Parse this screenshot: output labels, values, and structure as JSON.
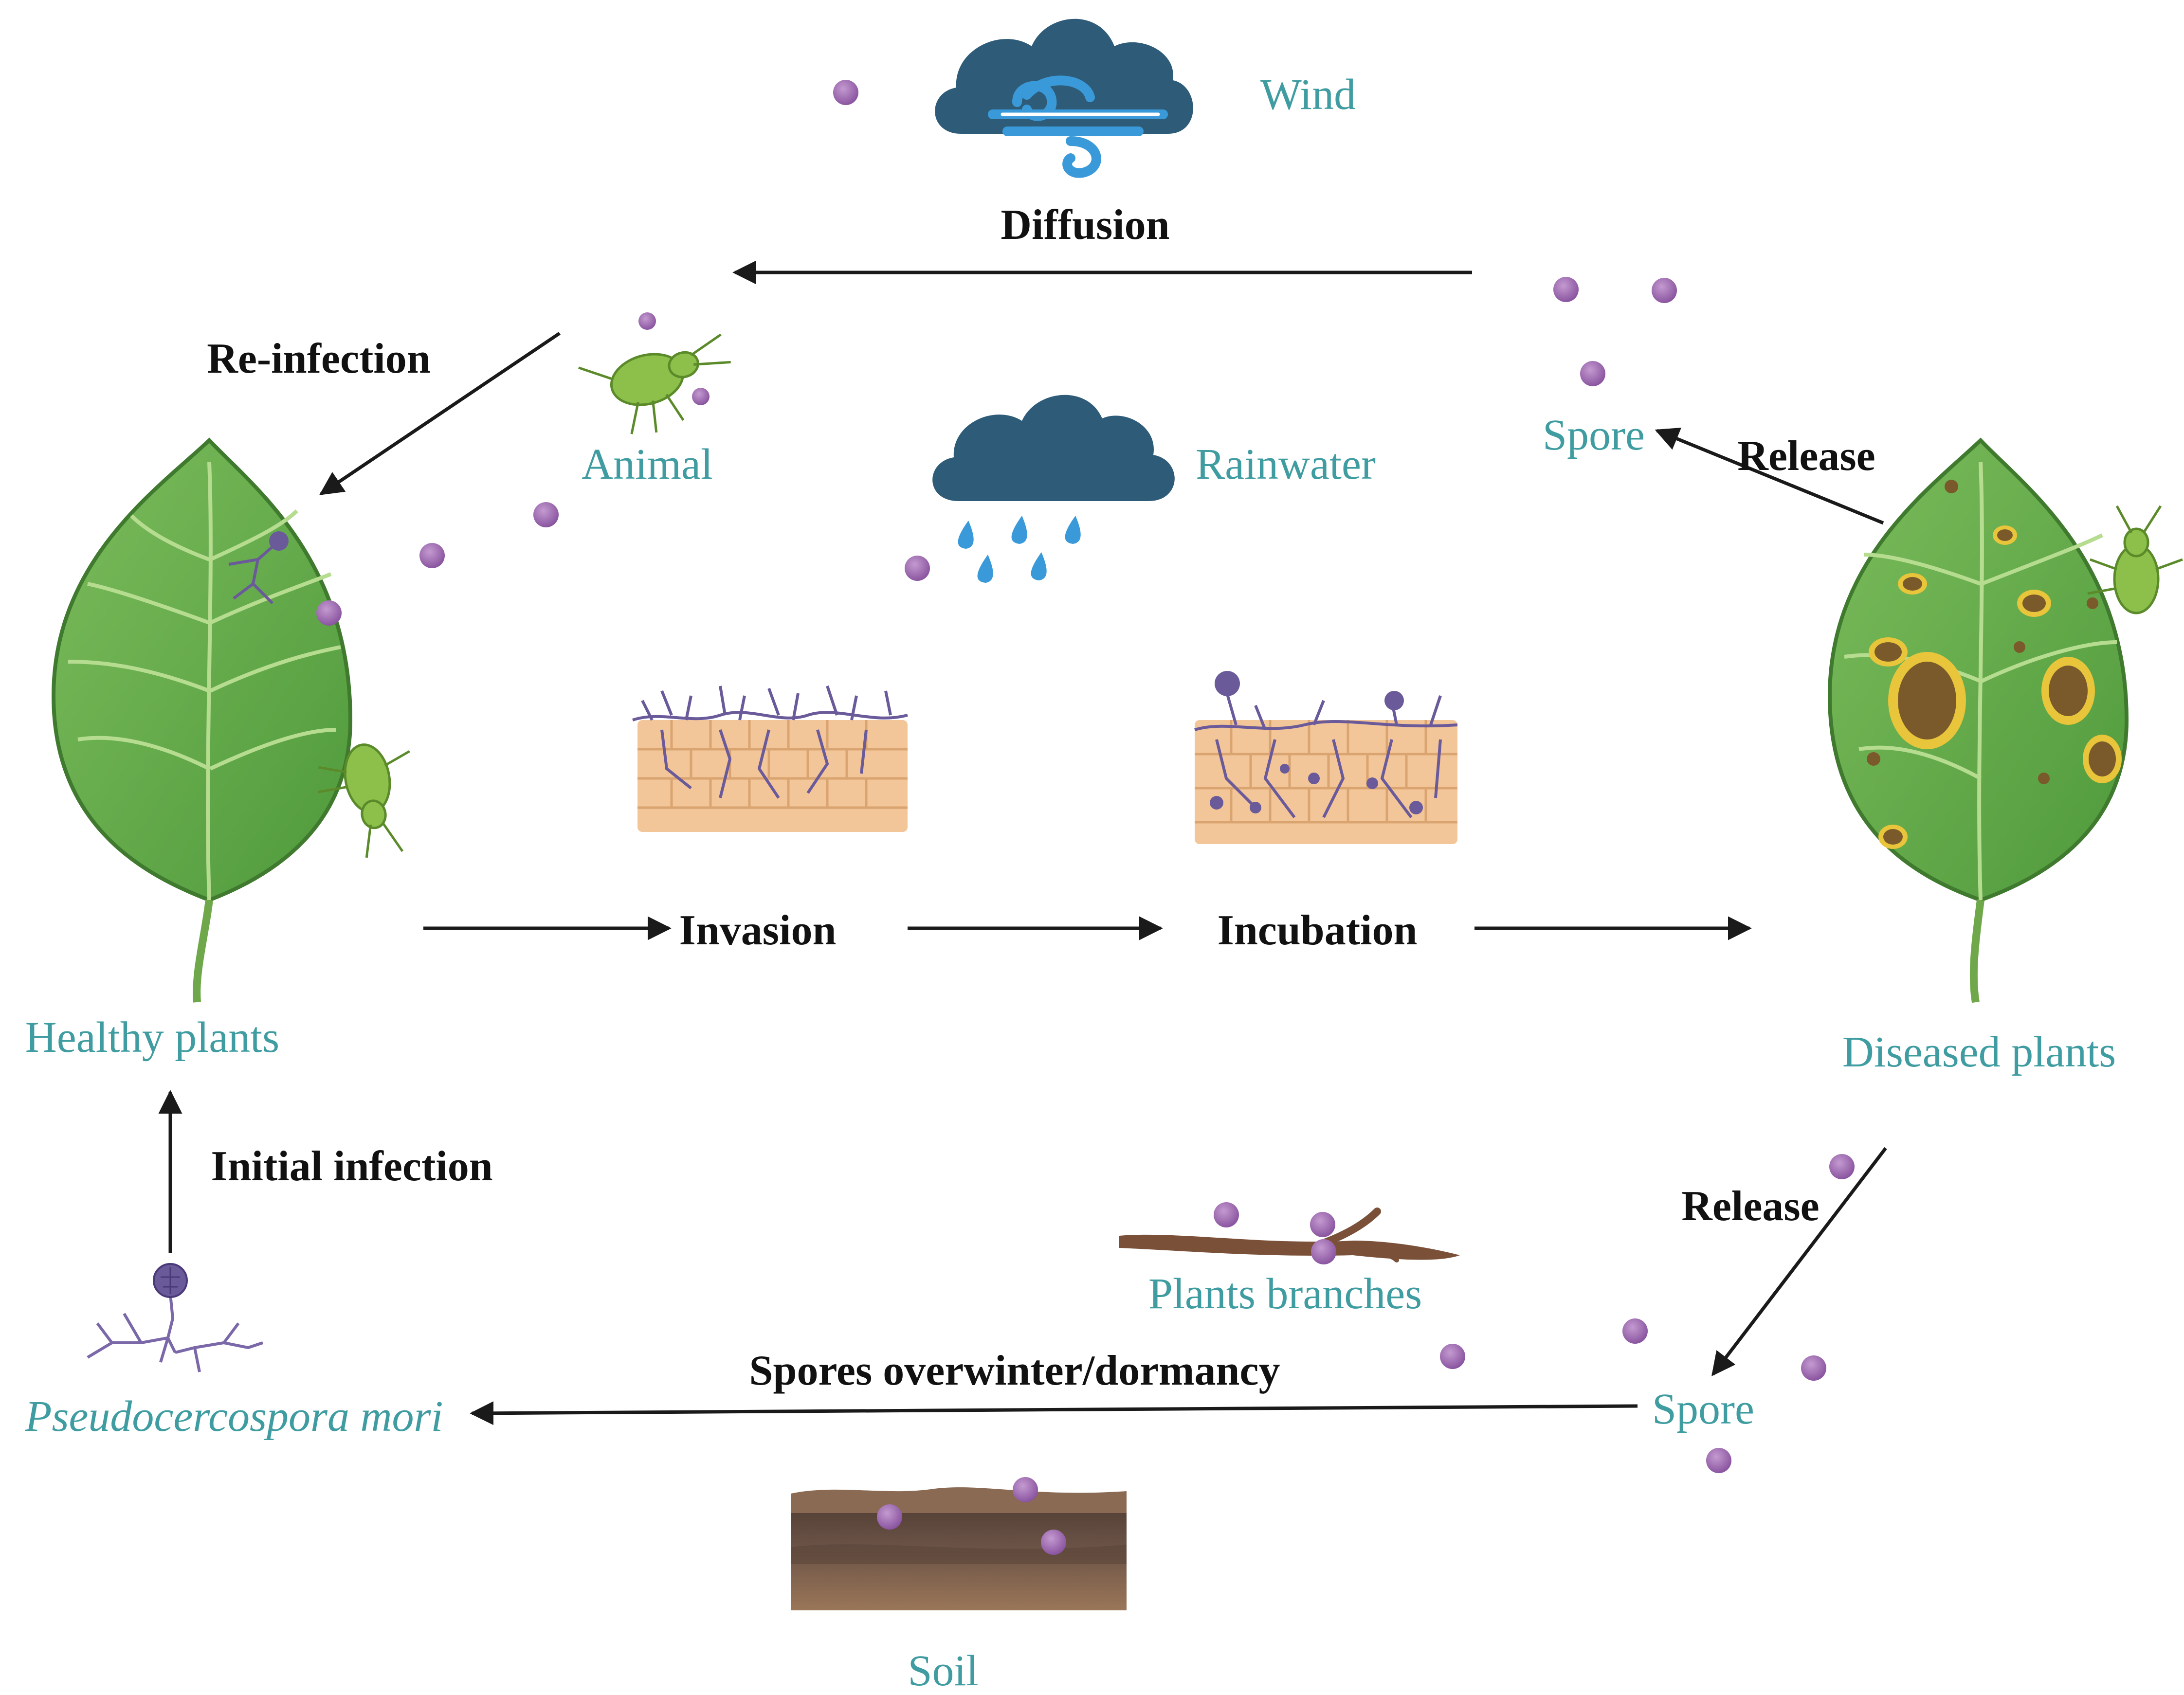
{
  "colors": {
    "label_teal": "#3f9ca1",
    "arrow": "#1a1a1a",
    "spore": "#9a66a8",
    "leaf_green": "#6fae4f",
    "cloud": "#2e5c78",
    "wind_blue": "#3a9ad9",
    "hyphae": "#6a5a9a",
    "tissue": "#f3c69a",
    "soil_dark": "#5b463a",
    "soil_light": "#8a6a52",
    "branch": "#7a5038",
    "lesion": "#7a5a2a",
    "lesion_halo": "#e8c53a"
  },
  "labels": {
    "wind": "Wind",
    "rainwater": "Rainwater",
    "animal": "Animal",
    "spore_top": "Spore",
    "healthy_plants": "Healthy plants",
    "diseased_plants": "Diseased plants",
    "pathogen": "Pseudocercospora mori",
    "plants_branches": "Plants branches",
    "spore_bottom": "Spore",
    "soil": "Soil"
  },
  "processes": {
    "diffusion": "Diffusion",
    "reinfection": "Re-infection",
    "release_top": "Release",
    "invasion": "Invasion",
    "incubation": "Incubation",
    "initial_infection": "Initial infection",
    "release_bottom": "Release",
    "overwinter": "Spores overwinter/dormancy"
  },
  "icons": {
    "wind": "cloud-wind-icon",
    "rain": "rain-cloud-icon",
    "animal": "aphid-icon",
    "healthy_leaf": "healthy-leaf-icon",
    "diseased_leaf": "diseased-leaf-icon",
    "invasion": "tissue-invasion-icon",
    "incubation": "tissue-incubation-icon",
    "pathogen": "fungus-conidiophore-icon",
    "branch": "branch-icon",
    "soil": "soil-layer-icon",
    "spore": "spore-icon"
  }
}
